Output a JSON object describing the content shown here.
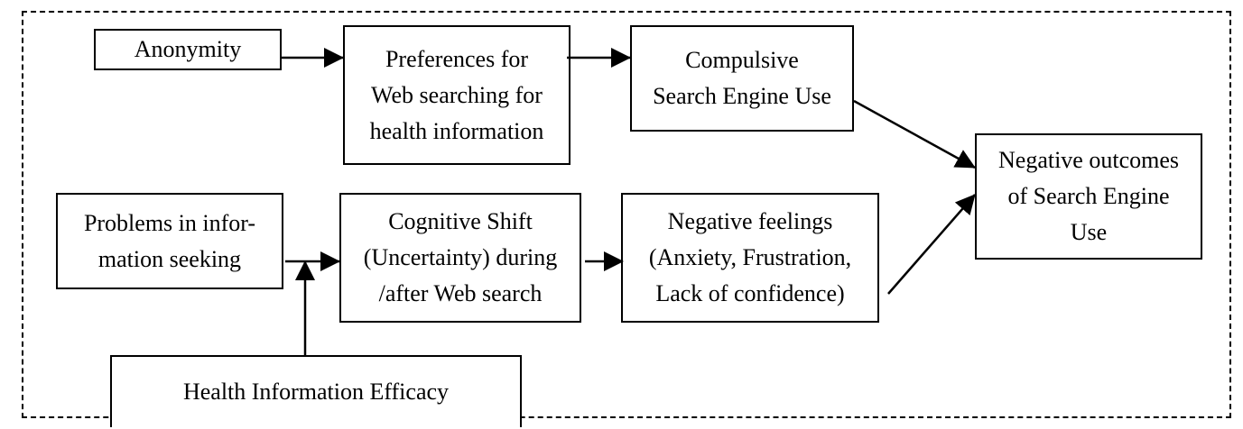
{
  "colors": {
    "stroke": "#000000",
    "background": "#ffffff"
  },
  "nodes": {
    "anonymity": "Anonymity",
    "preferences": "Preferences for\nWeb searching for\nhealth information",
    "compulsive": "Compulsive\nSearch Engine Use",
    "problems": "Problems in infor-\nmation seeking",
    "cognitive": "Cognitive Shift\n(Uncertainty) during\n/after Web search",
    "feelings": "Negative feelings\n(Anxiety, Frustration,\nLack of confidence)",
    "outcomes": "Negative outcomes\nof Search Engine\nUse",
    "efficacy": "Health Information Efficacy"
  }
}
